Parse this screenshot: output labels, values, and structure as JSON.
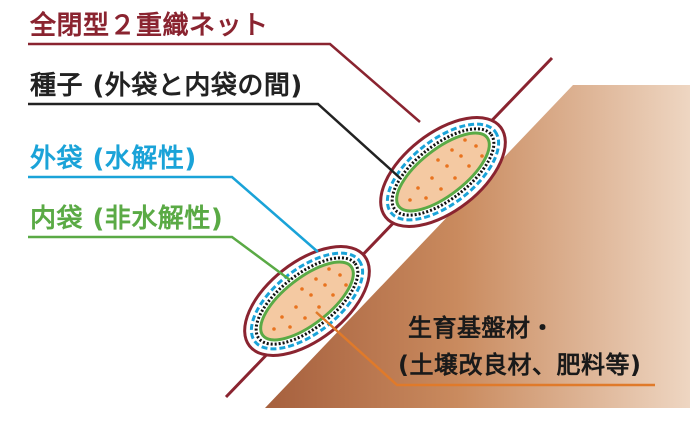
{
  "labels": {
    "net": "全閉型２重織ネット",
    "seed": "種子 (外袋と内袋の間)",
    "outer_bag": "外袋 (水解性)",
    "inner_bag": "内袋 (非水解性)",
    "substrate_line1": "生育基盤材・",
    "substrate_line2": "(土壌改良材、肥料等)"
  },
  "colors": {
    "net": "#8a2430",
    "seed": "#222222",
    "outer_bag": "#1aa3d8",
    "inner_bag": "#5aaa45",
    "substrate": "#e07a2a",
    "slope_fill": "#c9855a",
    "bag_fill": "#f4c9a2",
    "dots": "#e8731f"
  }
}
